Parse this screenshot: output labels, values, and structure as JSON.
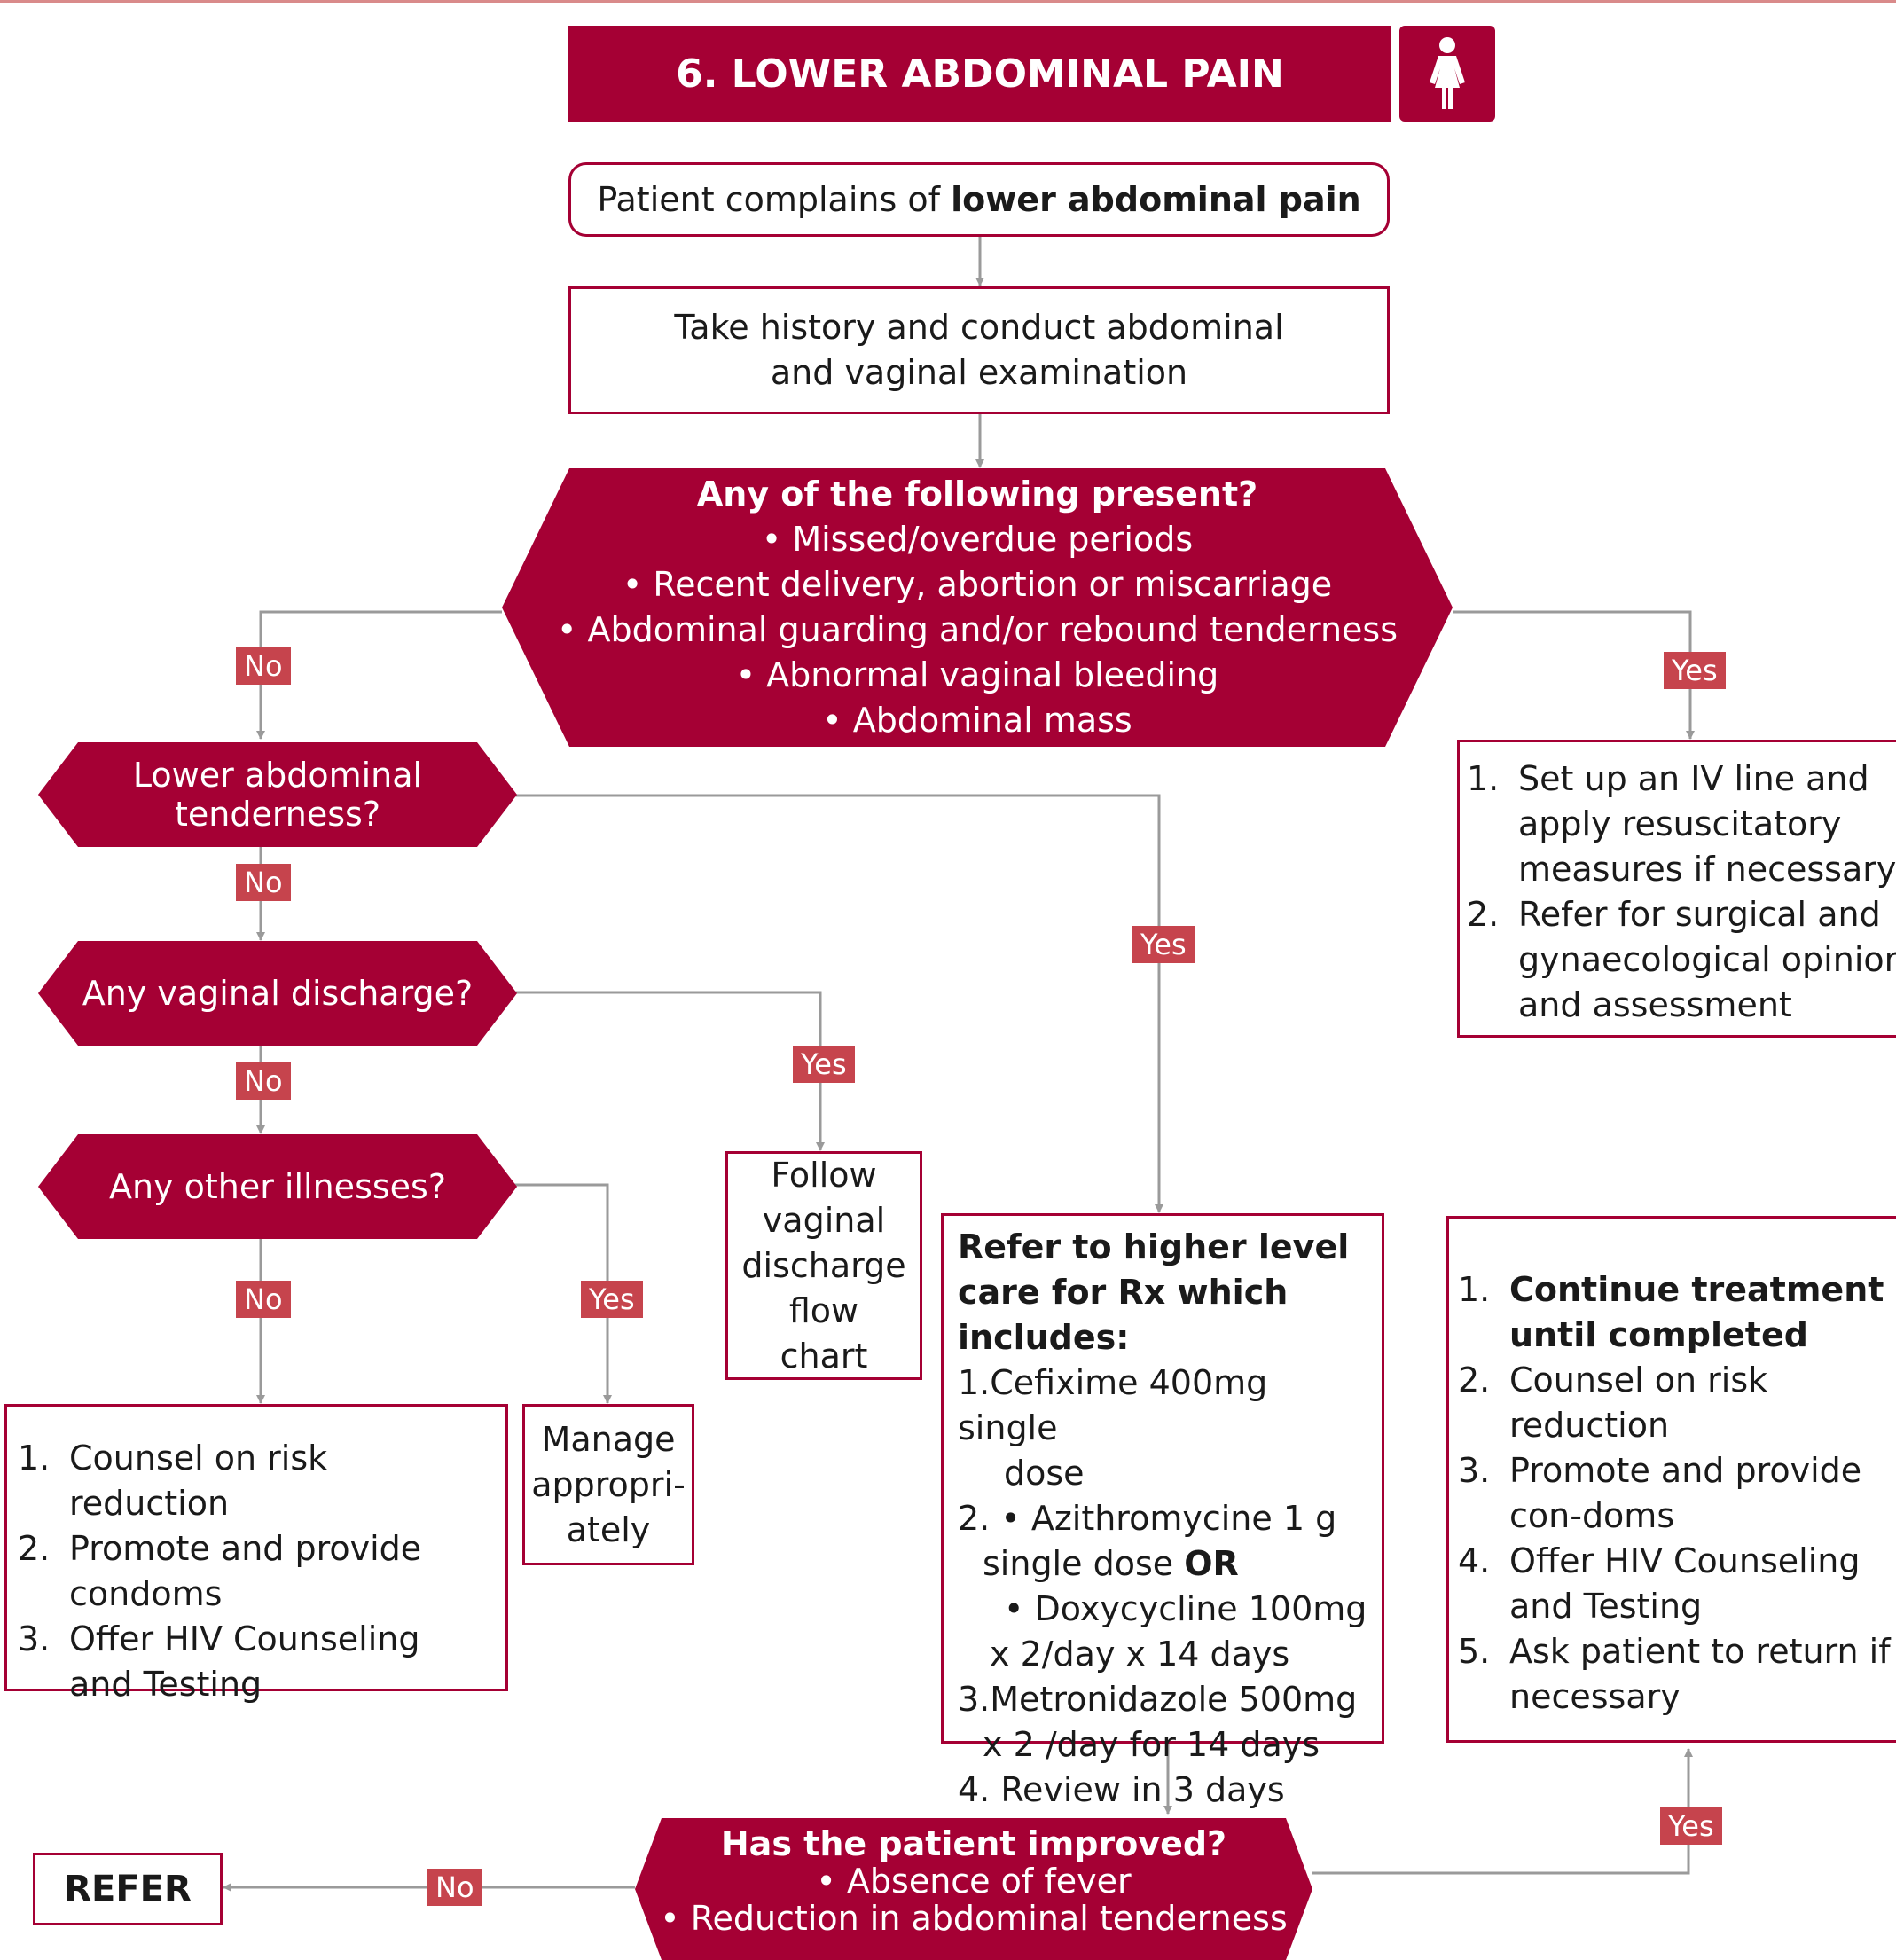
{
  "header": {
    "title": "6. LOWER ABDOMINAL PAIN",
    "icon": "female-figure-icon",
    "accent_color": "#a50034",
    "label_color": "#c6444d",
    "line_color": "#9a9a9a"
  },
  "start": {
    "prefix": "Patient complains of ",
    "bold": "lower abdominal pain"
  },
  "history": {
    "line1": "Take history and conduct abdominal",
    "line2": "and vaginal examination"
  },
  "q_present": {
    "title": "Any of the following present?",
    "items": [
      "• Missed/overdue periods",
      "• Recent delivery, abortion or miscarriage",
      "• Abdominal guarding and/or rebound tenderness",
      "• Abnormal vaginal bleeding",
      "• Abdominal mass"
    ]
  },
  "q_tenderness": {
    "line1": "Lower abdominal",
    "line2": "tenderness?"
  },
  "q_discharge": {
    "text": "Any vaginal discharge?"
  },
  "q_other": {
    "text": "Any other illnesses?"
  },
  "emergency": {
    "items": [
      {
        "num": "1.",
        "text": "Set up an IV line and apply resuscitatory measures if necessary"
      },
      {
        "num": "2.",
        "text": "Refer for surgical and gynaecological opinion and assessment"
      }
    ]
  },
  "follow": {
    "text": "Follow vaginal discharge flow chart"
  },
  "manage": {
    "text": "Manage appropri-ately"
  },
  "counsel": {
    "items": [
      {
        "num": "1.",
        "text": "Counsel on risk reduction"
      },
      {
        "num": "2.",
        "text": "Promote and provide condoms"
      },
      {
        "num": "3.",
        "text": "Offer HIV Counseling and Testing"
      }
    ]
  },
  "refer_rx": {
    "heading": "Refer to higher level care for Rx which includes:",
    "lines": [
      "1.Cefixime 400mg single",
      "dose",
      "2.  • Azithromycine 1 g",
      "single dose",
      "OR",
      "• Doxycycline 100mg",
      "x 2/day x 14 days",
      "3.Metronidazole 500mg",
      "x 2 /day for 14 days",
      "4.  Review in 3 days"
    ]
  },
  "continue": {
    "items": [
      {
        "num": "1.",
        "text": "Continue treatment until completed",
        "bold": true
      },
      {
        "num": "2.",
        "text": "Counsel on risk reduction"
      },
      {
        "num": "3.",
        "text": "Promote and provide con-doms"
      },
      {
        "num": "4.",
        "text": "Offer HIV Counseling and Testing"
      },
      {
        "num": "5.",
        "text": "Ask patient to return if necessary"
      }
    ]
  },
  "q_improved": {
    "title": "Has the patient improved?",
    "items": [
      "• Absence of fever",
      "• Reduction in abdominal tenderness"
    ]
  },
  "refer_final": {
    "text": "REFER"
  },
  "labels": {
    "no": "No",
    "yes": "Yes"
  }
}
